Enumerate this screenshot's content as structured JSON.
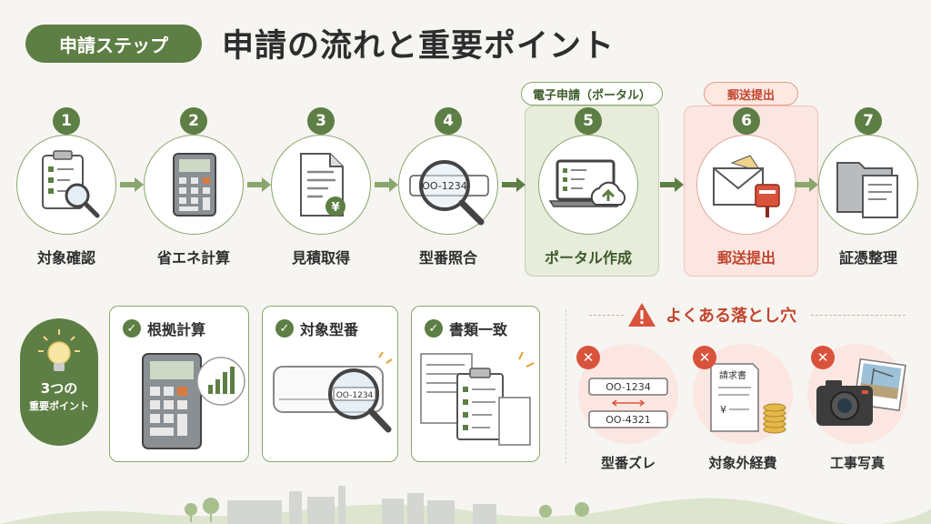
{
  "header": {
    "tag": "申請ステップ",
    "title": "申請の流れと重要ポイント"
  },
  "highlights": {
    "electronic": "電子申請（ポータル）",
    "mail": "郵送提出"
  },
  "steps": [
    {
      "num": "1",
      "label": "対象確認",
      "icon": "clipboard-magnifier-icon"
    },
    {
      "num": "2",
      "label": "省エネ計算",
      "icon": "calculator-icon"
    },
    {
      "num": "3",
      "label": "見積取得",
      "icon": "quote-document-icon"
    },
    {
      "num": "4",
      "label": "型番照合",
      "icon": "model-number-magnifier-icon",
      "model": "OO-1234"
    },
    {
      "num": "5",
      "label": "ポータル作成",
      "icon": "laptop-upload-icon"
    },
    {
      "num": "6",
      "label": "郵送提出",
      "icon": "envelope-mailbox-icon"
    },
    {
      "num": "7",
      "label": "証憑整理",
      "icon": "folder-documents-icon"
    }
  ],
  "key_points": {
    "badge_line1": "3つの",
    "badge_line2": "重要ポイント",
    "cards": [
      {
        "title": "根拠計算",
        "icon": "calculator-chart-icon"
      },
      {
        "title": "対象型番",
        "icon": "aircon-magnifier-icon",
        "model": "OO-1234"
      },
      {
        "title": "書類一致",
        "icon": "matching-documents-icon"
      }
    ]
  },
  "pitfalls": {
    "title": "よくある落とし穴",
    "items": [
      {
        "label": "型番ズレ",
        "icon": "model-mismatch-icon",
        "model_a": "OO-1234",
        "model_b": "OO-4321"
      },
      {
        "label": "対象外経費",
        "icon": "invoice-coins-icon",
        "doc_title": "請求書",
        "currency": "¥"
      },
      {
        "label": "工事写真",
        "icon": "camera-photo-icon"
      }
    ]
  },
  "colors": {
    "primary_green": "#5d7e44",
    "accent_red": "#d9533c",
    "background": "#f6f5f1"
  }
}
